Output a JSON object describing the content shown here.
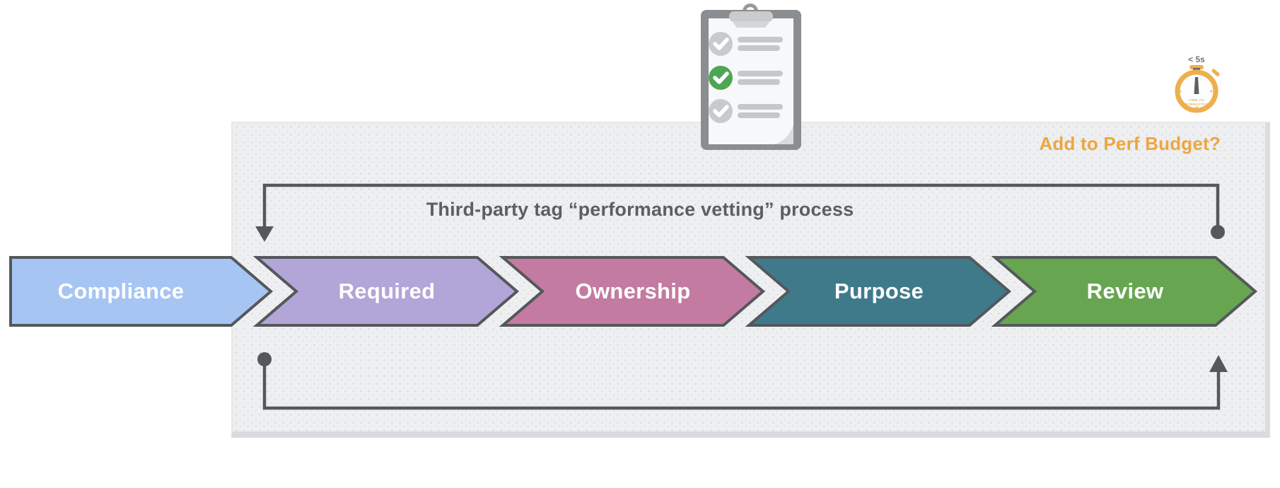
{
  "title": {
    "text": "Third-party tag “performance vetting” process",
    "color": "#5b5f63"
  },
  "perf_budget": {
    "label": "Add to Perf Budget?",
    "color": "#eda640"
  },
  "process": {
    "steps": [
      {
        "label": "Compliance",
        "color": "#a6c5f3"
      },
      {
        "label": "Required",
        "color": "#b2a5d7"
      },
      {
        "label": "Ownership",
        "color": "#c37ba1"
      },
      {
        "label": "Purpose",
        "color": "#3f7a8b"
      },
      {
        "label": "Review",
        "color": "#68a551"
      }
    ],
    "outline_color": "#54585b",
    "label_color": "#ffffff"
  },
  "loops": {
    "color": "#54585c"
  },
  "stopwatch": {
    "time_label": "< 5s",
    "time_label_color": "#717578",
    "dial_label_line1": "TIME TO",
    "dial_label_line2": "INTERACTIVE",
    "accent_color": "#edb04d",
    "needle_color": "#5c6063"
  },
  "clipboard": {
    "board_color": "#8a8e91",
    "paper_color": "#f7f8f9",
    "bar_color": "#c5c7c9",
    "checked_color": "#4ea654",
    "unchecked_color": "#c8cacc",
    "rows": [
      {
        "state": "unchecked"
      },
      {
        "state": "checked"
      },
      {
        "state": "unchecked"
      }
    ]
  }
}
